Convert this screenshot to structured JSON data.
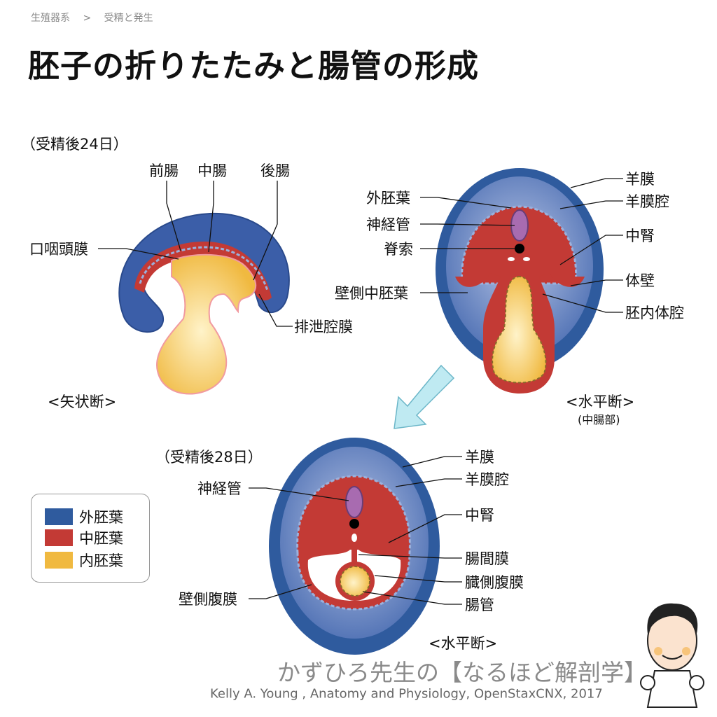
{
  "breadcrumb": {
    "parent": "生殖器系",
    "separator": ">",
    "current": "受精と発生"
  },
  "title": "胚子の折りたたみと腸管の形成",
  "colors": {
    "ectoderm": "#2f5b9e",
    "mesoderm": "#c33a35",
    "endoderm": "#f0b940",
    "arrow": "#bfeaf2"
  },
  "day24": {
    "label": "（受精後24日）",
    "sagittal": {
      "labels": {
        "foregut": "前腸",
        "midgut": "中腸",
        "hindgut": "後腸",
        "oropharyngeal": "口咽頭膜",
        "cloacal": "排泄腔膜"
      },
      "caption": "<矢状断>"
    },
    "transverse": {
      "labels": {
        "ectoderm": "外胚葉",
        "neural_tube": "神経管",
        "notochord": "脊索",
        "parietal_mesoderm": "壁側中胚葉",
        "amnion": "羊膜",
        "amniotic_cavity": "羊膜腔",
        "mesonephros": "中腎",
        "body_wall": "体壁",
        "coelom": "胚内体腔"
      },
      "caption": "<水平断>",
      "sub_caption": "(中腸部)"
    }
  },
  "day28": {
    "label": "（受精後28日）",
    "labels": {
      "neural_tube": "神経管",
      "parietal_peritoneum": "壁側腹膜",
      "amnion": "羊膜",
      "amniotic_cavity": "羊膜腔",
      "mesonephros": "中腎",
      "mesentery": "腸間膜",
      "visceral_peritoneum": "臓側腹膜",
      "gut": "腸管"
    },
    "caption": "<水平断>"
  },
  "legend": [
    {
      "label": "外胚葉",
      "color": "#2f5b9e"
    },
    {
      "label": "中胚葉",
      "color": "#c33a35"
    },
    {
      "label": "内胚葉",
      "color": "#f0b940"
    }
  ],
  "footer": {
    "brand": "かずひろ先生の【なるほど解剖学】",
    "citation": "Kelly A. Young , Anatomy and Physiology, OpenStaxCNX, 2017"
  }
}
